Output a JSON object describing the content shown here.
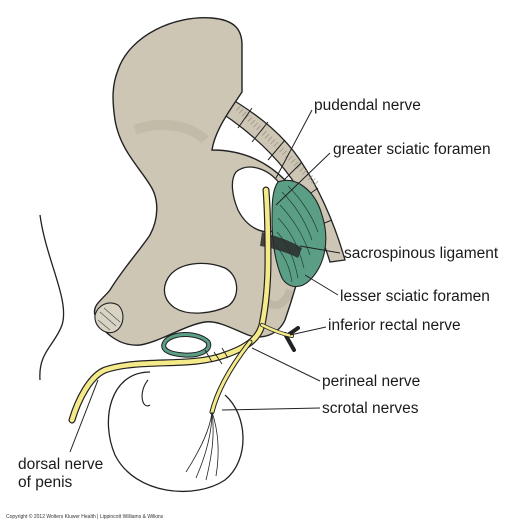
{
  "labels": {
    "pudendal_nerve": "pudendal nerve",
    "greater_sciatic_foramen": "greater sciatic foramen",
    "sacrospinous_ligament": "sacrospinous ligament",
    "lesser_sciatic_foramen": "lesser sciatic foramen",
    "inferior_rectal_nerve": "inferior rectal nerve",
    "perineal_nerve": "perineal nerve",
    "scrotal_nerves": "scrotal nerves",
    "dorsal_nerve_line1": "dorsal nerve",
    "dorsal_nerve_line2": "of penis"
  },
  "copyright": "Copyright © 2012 Wolters Kluwer Health | Lippincott Williams & Wilkins",
  "colors": {
    "bone": "#cdc6b5",
    "nerve": "#f4ea8a",
    "ligament": "#5a9e86",
    "outline": "#222222"
  }
}
